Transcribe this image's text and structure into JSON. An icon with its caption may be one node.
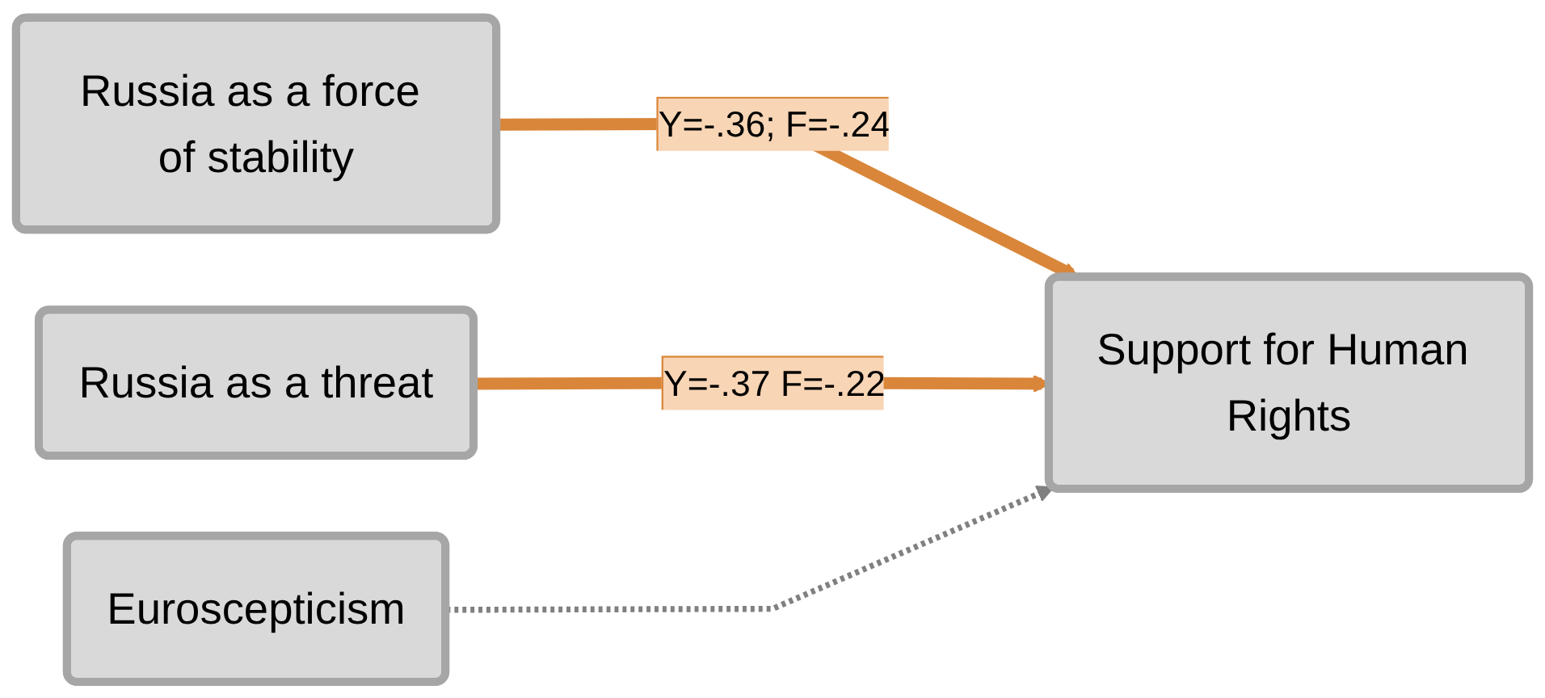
{
  "diagram": {
    "nodes": [
      {
        "text": [
          "Russia as a force of stability"
        ]
      },
      {
        "text": [
          "Russia as a threat"
        ]
      },
      {
        "text": [
          "Euroscepticism"
        ]
      },
      {
        "text": [
          "Support for Human Rights"
        ]
      }
    ],
    "edges": [
      {
        "from": 0,
        "to": 3,
        "arrow": "to",
        "label": "Y=-.36; F=-.24"
      },
      {
        "from": 1,
        "to": 3,
        "arrow": "to",
        "label": "Y=-.37 F=-.22"
      },
      {
        "from": 2,
        "to": 3,
        "arrow": "to",
        "style": "dashed",
        "color": "#808080"
      }
    ]
  }
}
